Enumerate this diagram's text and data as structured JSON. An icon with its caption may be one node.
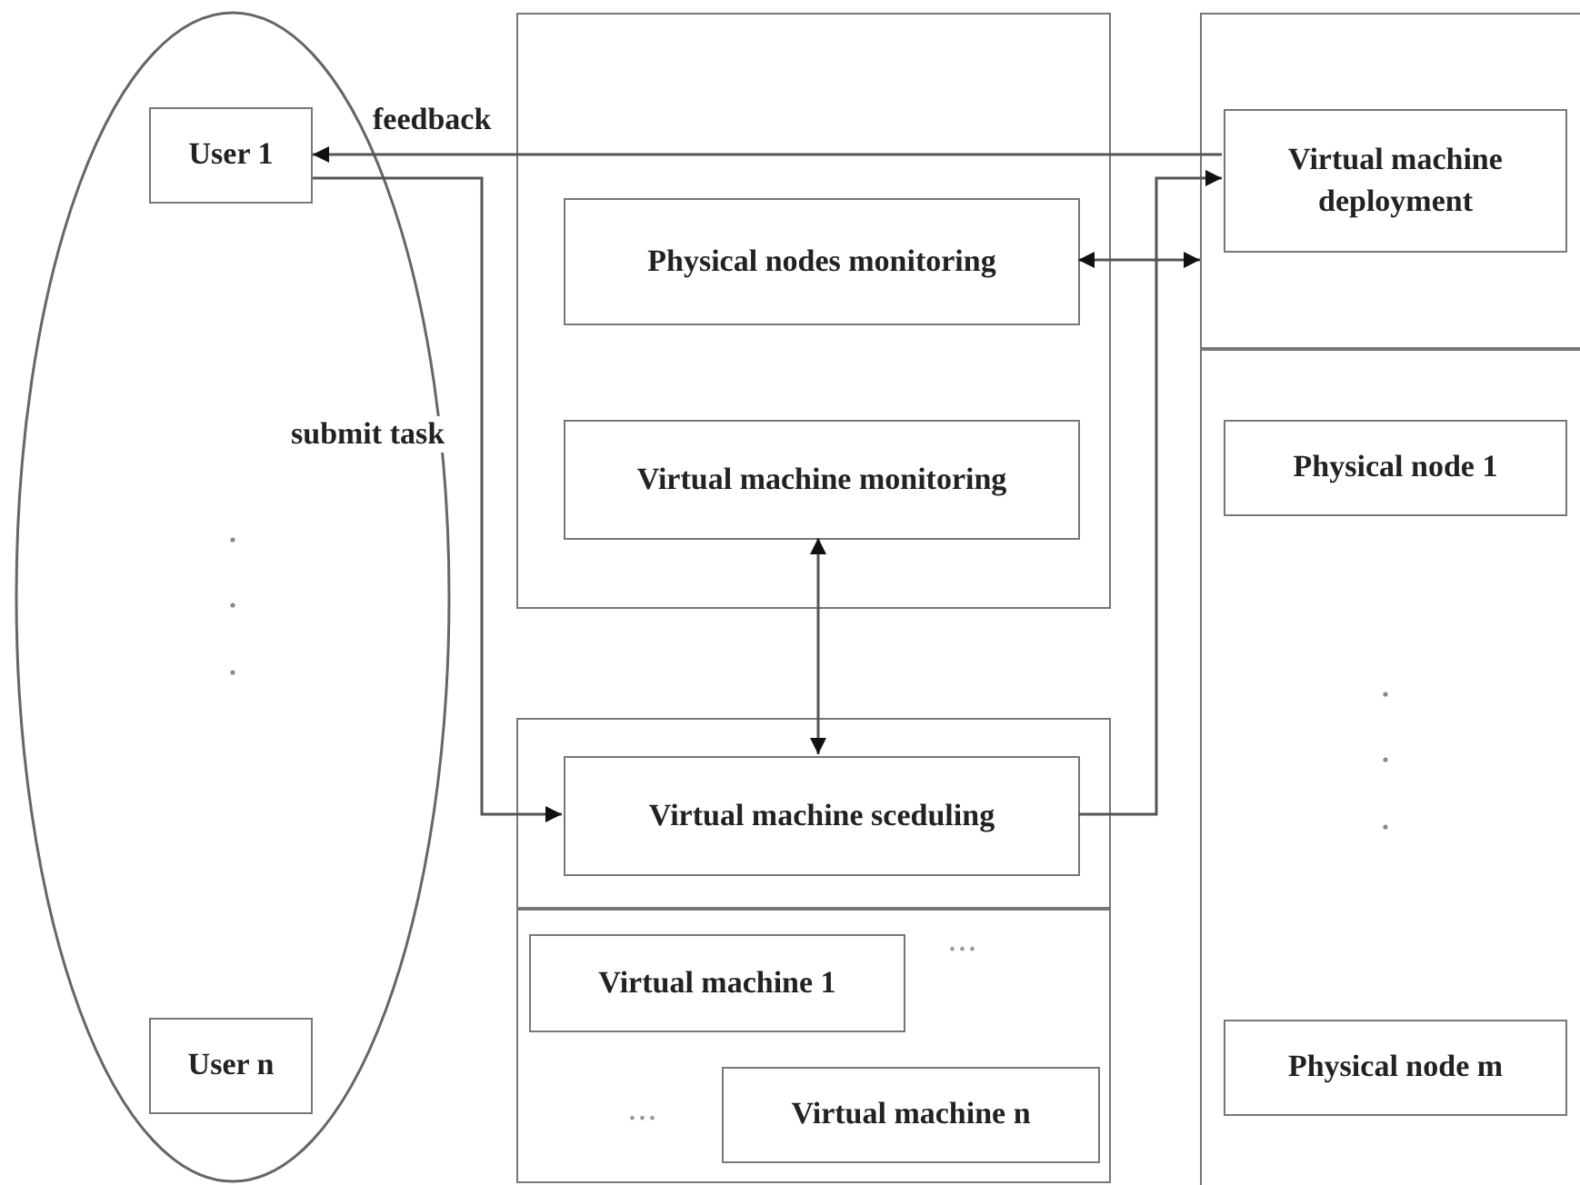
{
  "diagram": {
    "nodes": [
      {
        "text": [],
        "shape": "ellipse"
      },
      {
        "text": [
          "User 1"
        ],
        "in": 0
      },
      {
        "text": [
          "User n"
        ],
        "in": 0
      },
      {
        "text": [],
        "shape": "box"
      },
      {
        "text": [
          "Physical nodes monitoring"
        ],
        "in": 3
      },
      {
        "text": [
          "Virtual machine monitoring"
        ],
        "in": 3
      },
      {
        "text": [],
        "shape": "box"
      },
      {
        "text": [],
        "shape": "box"
      },
      {
        "text": [
          "Virtual machine sceduling"
        ],
        "in": 6
      },
      {
        "text": [
          "Virtual machine 1"
        ],
        "in": 7
      },
      {
        "text": [
          "Virtual machine n"
        ],
        "in": 7
      },
      {
        "text": [],
        "shape": "box"
      },
      {
        "text": [
          "Virtual machine deployment"
        ],
        "in": 11
      },
      {
        "text": [],
        "shape": "box"
      },
      {
        "text": [
          "Physical node 1"
        ],
        "in": 13
      },
      {
        "text": [
          "Physical node m"
        ],
        "in": 13
      }
    ],
    "edges": [
      {
        "from": 12,
        "to": 1,
        "arrow": "to",
        "label": "feedback"
      },
      {
        "from": 1,
        "to": 8,
        "arrow": "to",
        "label": "submit task"
      },
      {
        "from": 4,
        "to": 11,
        "arrow": "both"
      },
      {
        "from": 5,
        "to": 8,
        "arrow": "both"
      },
      {
        "from": 8,
        "to": 12,
        "arrow": "to"
      }
    ],
    "labels": [
      "...",
      "..."
    ]
  }
}
